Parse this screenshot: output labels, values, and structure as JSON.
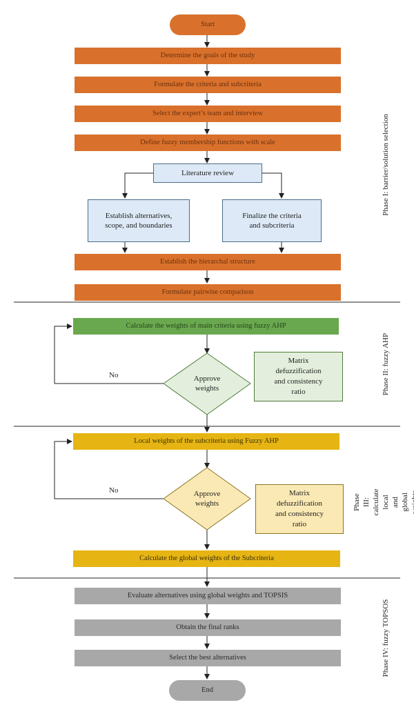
{
  "nodes": {
    "start": "Start",
    "determine_goals": "Determine the goals of the study",
    "formulate_criteria": "Formulate the criteria and subcriteria",
    "select_experts": "Select the expert’s team and interview",
    "define_fuzzy": "Define fuzzy membership functions with scale",
    "literature_review": "Literature review",
    "establish_alternatives": "Establish alternatives,\nscope, and boundaries",
    "finalize_criteria": "Finalize the criteria\nand subcriteria",
    "hierarchical": "Establish the hierarchal structure",
    "pairwise": "Formulate pairwise comparison",
    "calc_main_weights": "Calculate the weights of main criteria using fuzzy AHP",
    "approve1": "Approve\nweights",
    "matrix1": "Matrix\ndefuzzification\nand consistency\nratio",
    "no1": "No",
    "local_weights": "Local weights of the subcriteria using Fuzzy AHP",
    "approve2": "Approve\nweights",
    "matrix2": "Matrix\ndefuzzification\nand consistency\nratio",
    "no2": "No",
    "global_weights": "Calculate the global weights of the Subcriteria",
    "evaluate": "Evaluate alternatives using global weights and TOPSIS",
    "final_ranks": "Obtain the final ranks",
    "select_best": "Select the best alternatives",
    "end": "End"
  },
  "phases": {
    "p1": "Phase I: barrier/solution selection",
    "p2": "Phase II: fuzzy AHP",
    "p3": "Phase III: calculate local\nand global weights",
    "p4": "Phase IV: fuzzy TOPSOS"
  },
  "colors": {
    "orange": "#d9712c",
    "light_blue": "#dde9f6",
    "green": "#6aa84f",
    "light_green": "#e3efdc",
    "gold": "#e6b514",
    "light_gold": "#fae9b4",
    "gray": "#a8a8a8"
  }
}
